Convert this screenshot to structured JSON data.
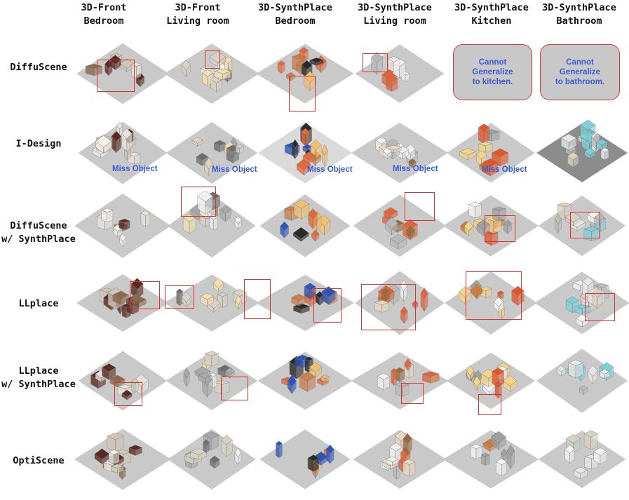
{
  "columns": [
    {
      "line1": "3D-Front",
      "line2": "Bedroom"
    },
    {
      "line1": "3D-Front",
      "line2": "Living room"
    },
    {
      "line1": "3D-SynthPlace",
      "line2": "Bedroom"
    },
    {
      "line1": "3D-SynthPlace",
      "line2": "Living room"
    },
    {
      "line1": "3D-SynthPlace",
      "line2": "Kitchen"
    },
    {
      "line1": "3D-SynthPlace",
      "line2": "Bathroom"
    }
  ],
  "rows": [
    {
      "line1": "DiffuScene",
      "line2": ""
    },
    {
      "line1": "I-Design",
      "line2": ""
    },
    {
      "line1": "DiffuScene",
      "line2": "w/ SynthPlace"
    },
    {
      "line1": "LLplace",
      "line2": ""
    },
    {
      "line1": "LLplace",
      "line2": "w/ SynthPlace"
    },
    {
      "line1": "OptiScene",
      "line2": ""
    }
  ],
  "annotations": {
    "miss_object": "Miss Object",
    "cannot_kitchen": [
      "Cannot",
      "Generalize",
      "to kitchen."
    ],
    "cannot_bathroom": [
      "Cannot",
      "Generalize",
      "to bathroom."
    ]
  },
  "colors": {
    "highlight_box": "#e03030",
    "annotation_text": "#3a5bd9",
    "floor": "#c9c9c9",
    "note_fill": "#c8c8c8"
  }
}
